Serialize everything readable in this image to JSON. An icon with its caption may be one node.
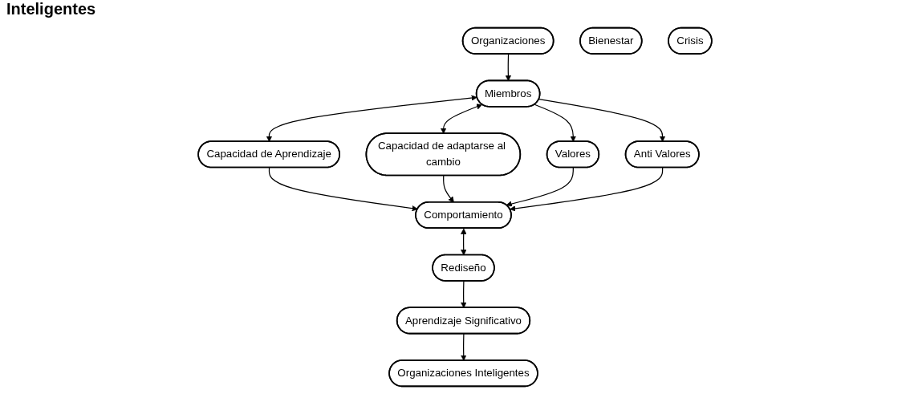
{
  "diagram": {
    "title": "Inteligentes",
    "nodes": [
      {
        "text": [
          "Organizaciones"
        ]
      },
      {
        "text": [
          "Miembros"
        ]
      },
      {
        "text": [
          "Valores"
        ]
      },
      {
        "text": [
          "Anti Valores"
        ]
      },
      {
        "text": [
          "Capacidad de Aprendizaje"
        ]
      },
      {
        "text": [
          "Capacidad de adaptarse al cambio"
        ]
      },
      {
        "text": [
          "Comportamiento"
        ]
      },
      {
        "text": [
          "Bienestar"
        ]
      },
      {
        "text": [
          "Crisis"
        ]
      },
      {
        "text": [
          "Rediseño"
        ]
      },
      {
        "text": [
          "Aprendizaje Significativo"
        ]
      },
      {
        "text": [
          "Organizaciones Inteligentes"
        ]
      }
    ],
    "edges": [
      {
        "from": 0,
        "to": 1,
        "arrow": "to"
      },
      {
        "from": 1,
        "to": 2,
        "arrow": "to"
      },
      {
        "from": 1,
        "to": 3,
        "arrow": "to"
      },
      {
        "from": 1,
        "to": 4,
        "arrow": "both"
      },
      {
        "from": 1,
        "to": 5,
        "arrow": "both"
      },
      {
        "from": 4,
        "to": 6,
        "arrow": "to"
      },
      {
        "from": 5,
        "to": 6,
        "arrow": "to"
      },
      {
        "from": 2,
        "to": 6,
        "arrow": "to"
      },
      {
        "from": 3,
        "to": 6,
        "arrow": "to"
      },
      {
        "from": 6,
        "to": 9,
        "arrow": "both"
      },
      {
        "from": 9,
        "to": 10,
        "arrow": "to"
      },
      {
        "from": 10,
        "to": 11,
        "arrow": "to"
      }
    ]
  }
}
